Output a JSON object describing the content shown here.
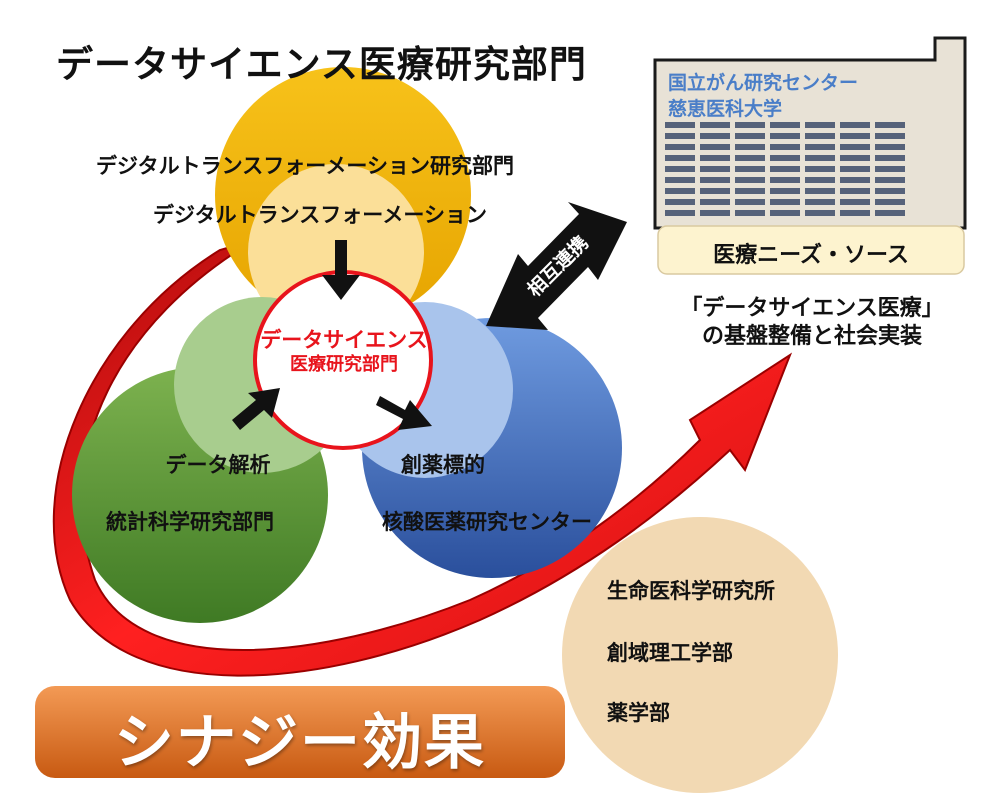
{
  "title": "データサイエンス医療研究部門",
  "orange_circle": {
    "line1": "デジタルトランスフォーメーション研究部門",
    "line2": "デジタルトランスフォーメーション",
    "color": "#f2b300"
  },
  "center_circle": {
    "line1": "データサイエンス",
    "line2": "医療研究部門",
    "color": "#e8141c"
  },
  "green_circle": {
    "line1": "データ解析",
    "line2": "統計科学研究部門",
    "color": "#4e8a2e"
  },
  "blue_circle": {
    "line1": "創薬標的",
    "line2": "核酸医薬研究センター",
    "color": "#3c68b8"
  },
  "partners_building": {
    "line1": "国立がん研究センター",
    "line2": "慈恵医科大学",
    "label": "医療ニーズ・ソース",
    "text_color": "#4a7ec8"
  },
  "link_arrow_label": "相互連携",
  "goal": {
    "line1": "「データサイエンス医療」",
    "line2": "の基盤整備と社会実装"
  },
  "partner_circle": {
    "items": [
      "生命医科学研究所",
      "創域理工学部",
      "薬学部"
    ],
    "color": "#f2d9b3"
  },
  "synergy_label": "シナジー効果",
  "colors": {
    "big_arrow": "#e8141c",
    "synergy_banner": "#e8782c"
  }
}
